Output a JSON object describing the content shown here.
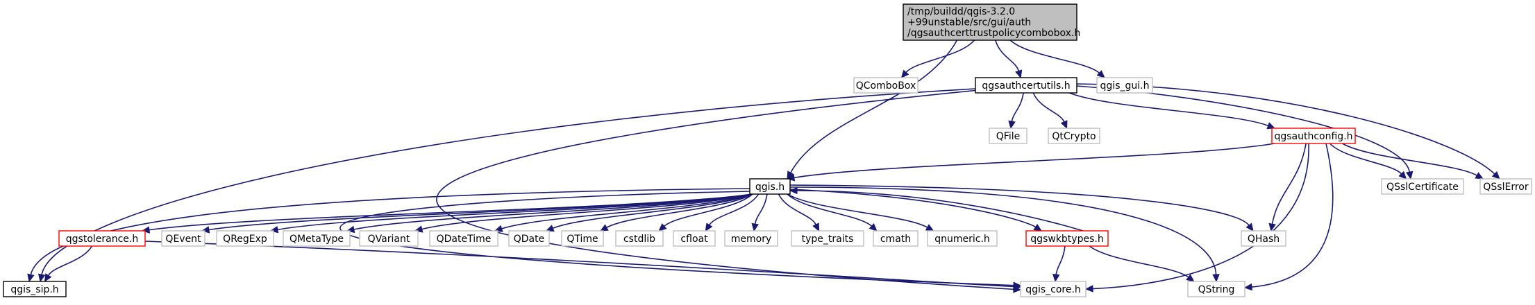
{
  "colors": {
    "edge": "#191970",
    "root_fill": "#bfbfbf",
    "root_border": "#000000",
    "documented_border": "#000000",
    "truncated_border": "#ff0000",
    "external_border": "#bfbfbf",
    "node_fill": "#ffffff",
    "text": "#000000"
  },
  "nodes": [
    {
      "id": "root",
      "lines": [
        "/tmp/buildd/qgis-3.2.0",
        "+99unstable/src/gui/auth",
        "/qgsauthcerttrustpolicycombobox.h"
      ],
      "kind": "root"
    },
    {
      "id": "qcombobox",
      "lines": [
        "QComboBox"
      ],
      "kind": "external"
    },
    {
      "id": "qgsauthcertutils",
      "lines": [
        "qgsauthcertutils.h"
      ],
      "kind": "documented"
    },
    {
      "id": "qgis_gui",
      "lines": [
        "qgis_gui.h"
      ],
      "kind": "external"
    },
    {
      "id": "qfile",
      "lines": [
        "QFile"
      ],
      "kind": "external"
    },
    {
      "id": "qtcrypto",
      "lines": [
        "QtCrypto"
      ],
      "kind": "external"
    },
    {
      "id": "qgsauthconfig",
      "lines": [
        "qgsauthconfig.h"
      ],
      "kind": "truncated"
    },
    {
      "id": "qgis",
      "lines": [
        "qgis.h"
      ],
      "kind": "documented"
    },
    {
      "id": "qsslcertificate",
      "lines": [
        "QSslCertificate"
      ],
      "kind": "external"
    },
    {
      "id": "qsslerror",
      "lines": [
        "QSslError"
      ],
      "kind": "external"
    },
    {
      "id": "qgstolerance",
      "lines": [
        "qgstolerance.h"
      ],
      "kind": "truncated"
    },
    {
      "id": "qevent",
      "lines": [
        "QEvent"
      ],
      "kind": "external"
    },
    {
      "id": "qregexp",
      "lines": [
        "QRegExp"
      ],
      "kind": "external"
    },
    {
      "id": "qmetatype",
      "lines": [
        "QMetaType"
      ],
      "kind": "external"
    },
    {
      "id": "qvariant",
      "lines": [
        "QVariant"
      ],
      "kind": "external"
    },
    {
      "id": "qdatetime",
      "lines": [
        "QDateTime"
      ],
      "kind": "external"
    },
    {
      "id": "qdate",
      "lines": [
        "QDate"
      ],
      "kind": "external"
    },
    {
      "id": "qtime",
      "lines": [
        "QTime"
      ],
      "kind": "external"
    },
    {
      "id": "cstdlib",
      "lines": [
        "cstdlib"
      ],
      "kind": "external"
    },
    {
      "id": "cfloat",
      "lines": [
        "cfloat"
      ],
      "kind": "external"
    },
    {
      "id": "memory",
      "lines": [
        "memory"
      ],
      "kind": "external"
    },
    {
      "id": "type_traits",
      "lines": [
        "type_traits"
      ],
      "kind": "external"
    },
    {
      "id": "cmath",
      "lines": [
        "cmath"
      ],
      "kind": "external"
    },
    {
      "id": "qnumeric",
      "lines": [
        "qnumeric.h"
      ],
      "kind": "external"
    },
    {
      "id": "qgswkbtypes",
      "lines": [
        "qgswkbtypes.h"
      ],
      "kind": "truncated"
    },
    {
      "id": "qhash",
      "lines": [
        "QHash"
      ],
      "kind": "external"
    },
    {
      "id": "qgis_sip",
      "lines": [
        "qgis_sip.h"
      ],
      "kind": "documented"
    },
    {
      "id": "qgis_core",
      "lines": [
        "qgis_core.h"
      ],
      "kind": "external"
    },
    {
      "id": "qstring",
      "lines": [
        "QString"
      ],
      "kind": "external"
    }
  ],
  "edges": [
    [
      "root",
      "qcombobox"
    ],
    [
      "root",
      "qgsauthcertutils"
    ],
    [
      "root",
      "qgis_gui"
    ],
    [
      "root",
      "qgis"
    ],
    [
      "qgsauthcertutils",
      "qfile"
    ],
    [
      "qgsauthcertutils",
      "qtcrypto"
    ],
    [
      "qgsauthcertutils",
      "qgsauthconfig"
    ],
    [
      "qgsauthcertutils",
      "qsslcertificate"
    ],
    [
      "qgsauthcertutils",
      "qsslerror"
    ],
    [
      "qgsauthcertutils",
      "qgis_sip"
    ],
    [
      "qgsauthcertutils",
      "qgis_core"
    ],
    [
      "qgsauthconfig",
      "qgis"
    ],
    [
      "qgsauthconfig",
      "qsslcertificate"
    ],
    [
      "qgsauthconfig",
      "qsslerror"
    ],
    [
      "qgsauthconfig",
      "qhash"
    ],
    [
      "qgsauthconfig",
      "qgis_core"
    ],
    [
      "qgsauthconfig",
      "qstring"
    ],
    [
      "qgis",
      "qgstolerance"
    ],
    [
      "qgis",
      "qevent"
    ],
    [
      "qgis",
      "qregexp"
    ],
    [
      "qgis",
      "qmetatype"
    ],
    [
      "qgis",
      "qvariant"
    ],
    [
      "qgis",
      "qdatetime"
    ],
    [
      "qgis",
      "qdate"
    ],
    [
      "qgis",
      "qtime"
    ],
    [
      "qgis",
      "cstdlib"
    ],
    [
      "qgis",
      "cfloat"
    ],
    [
      "qgis",
      "memory"
    ],
    [
      "qgis",
      "type_traits"
    ],
    [
      "qgis",
      "cmath"
    ],
    [
      "qgis",
      "qnumeric"
    ],
    [
      "qgis",
      "qgswkbtypes"
    ],
    [
      "qgis",
      "qhash"
    ],
    [
      "qgis",
      "qgis_sip"
    ],
    [
      "qgis",
      "qgis_core"
    ],
    [
      "qgis",
      "qstring"
    ],
    [
      "qgswkbtypes",
      "qgis"
    ],
    [
      "qgswkbtypes",
      "qgis_core"
    ],
    [
      "qgswkbtypes",
      "qstring"
    ],
    [
      "qgstolerance",
      "qgis_sip"
    ],
    [
      "qgstolerance",
      "qgis_core"
    ]
  ]
}
